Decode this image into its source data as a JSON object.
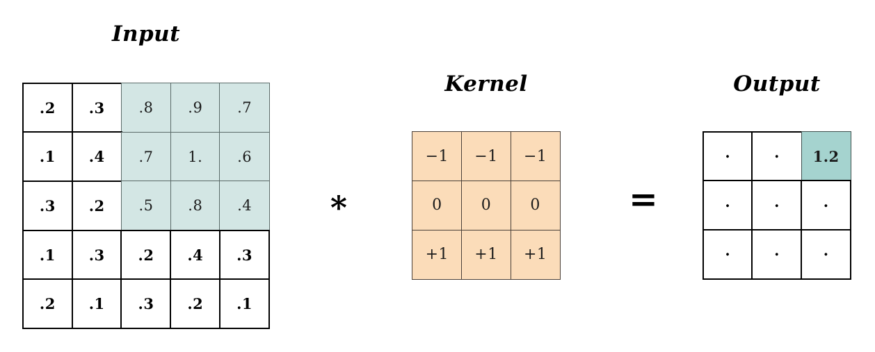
{
  "figure": {
    "kind": "convolution-illustration",
    "operator_convolve": "∗",
    "operator_equals": "=",
    "colors": {
      "input_highlight": "#d3e6e4",
      "kernel_fill": "#fbdcb9",
      "output_highlight": "#a5d3cf",
      "grid_line": "#000000",
      "background": "#ffffff"
    }
  },
  "input": {
    "title": "Input",
    "rows": 5,
    "cols": 5,
    "cells": [
      [
        ".2",
        ".3",
        ".8",
        ".9",
        ".7"
      ],
      [
        ".1",
        ".4",
        ".7",
        "1.",
        ".6"
      ],
      [
        ".3",
        ".2",
        ".5",
        ".8",
        ".4"
      ],
      [
        ".1",
        ".3",
        ".2",
        ".4",
        ".3"
      ],
      [
        ".2",
        ".1",
        ".3",
        ".2",
        ".1"
      ]
    ],
    "highlight": [
      [
        false,
        false,
        true,
        true,
        true
      ],
      [
        false,
        false,
        true,
        true,
        true
      ],
      [
        false,
        false,
        true,
        true,
        true
      ],
      [
        false,
        false,
        false,
        false,
        false
      ],
      [
        false,
        false,
        false,
        false,
        false
      ]
    ]
  },
  "kernel": {
    "title": "Kernel",
    "rows": 3,
    "cols": 3,
    "cells": [
      [
        "−1",
        "−1",
        "−1"
      ],
      [
        "0",
        "0",
        "0"
      ],
      [
        "+1",
        "+1",
        "+1"
      ]
    ],
    "highlight": [
      [
        true,
        true,
        true
      ],
      [
        true,
        true,
        true
      ],
      [
        true,
        true,
        true
      ]
    ]
  },
  "output": {
    "title": "Output",
    "rows": 3,
    "cols": 3,
    "cells": [
      [
        ".",
        ".",
        "1.2"
      ],
      [
        ".",
        ".",
        "."
      ],
      [
        ".",
        ".",
        "."
      ]
    ],
    "highlight": [
      [
        false,
        false,
        true
      ],
      [
        false,
        false,
        false
      ],
      [
        false,
        false,
        false
      ]
    ]
  },
  "chart_data": {
    "type": "table",
    "title": "Convolution: Input ∗ Kernel = Output",
    "input_matrix": [
      [
        0.2,
        0.3,
        0.8,
        0.9,
        0.7
      ],
      [
        0.1,
        0.4,
        0.7,
        1.0,
        0.6
      ],
      [
        0.3,
        0.2,
        0.5,
        0.8,
        0.4
      ],
      [
        0.1,
        0.3,
        0.2,
        0.4,
        0.3
      ],
      [
        0.2,
        0.1,
        0.3,
        0.2,
        0.1
      ]
    ],
    "kernel_matrix": [
      [
        -1,
        -1,
        -1
      ],
      [
        0,
        0,
        0
      ],
      [
        1,
        1,
        1
      ]
    ],
    "output_matrix": [
      [
        null,
        null,
        1.2
      ],
      [
        null,
        null,
        null
      ],
      [
        null,
        null,
        null
      ]
    ],
    "highlighted_input_window": {
      "rows": [
        0,
        2
      ],
      "cols": [
        2,
        4
      ],
      "values": [
        [
          0.8,
          0.9,
          0.7
        ],
        [
          0.7,
          1.0,
          0.6
        ],
        [
          0.5,
          0.8,
          0.4
        ]
      ]
    },
    "highlighted_output_cell": {
      "row": 0,
      "col": 2,
      "value": 1.2
    }
  }
}
